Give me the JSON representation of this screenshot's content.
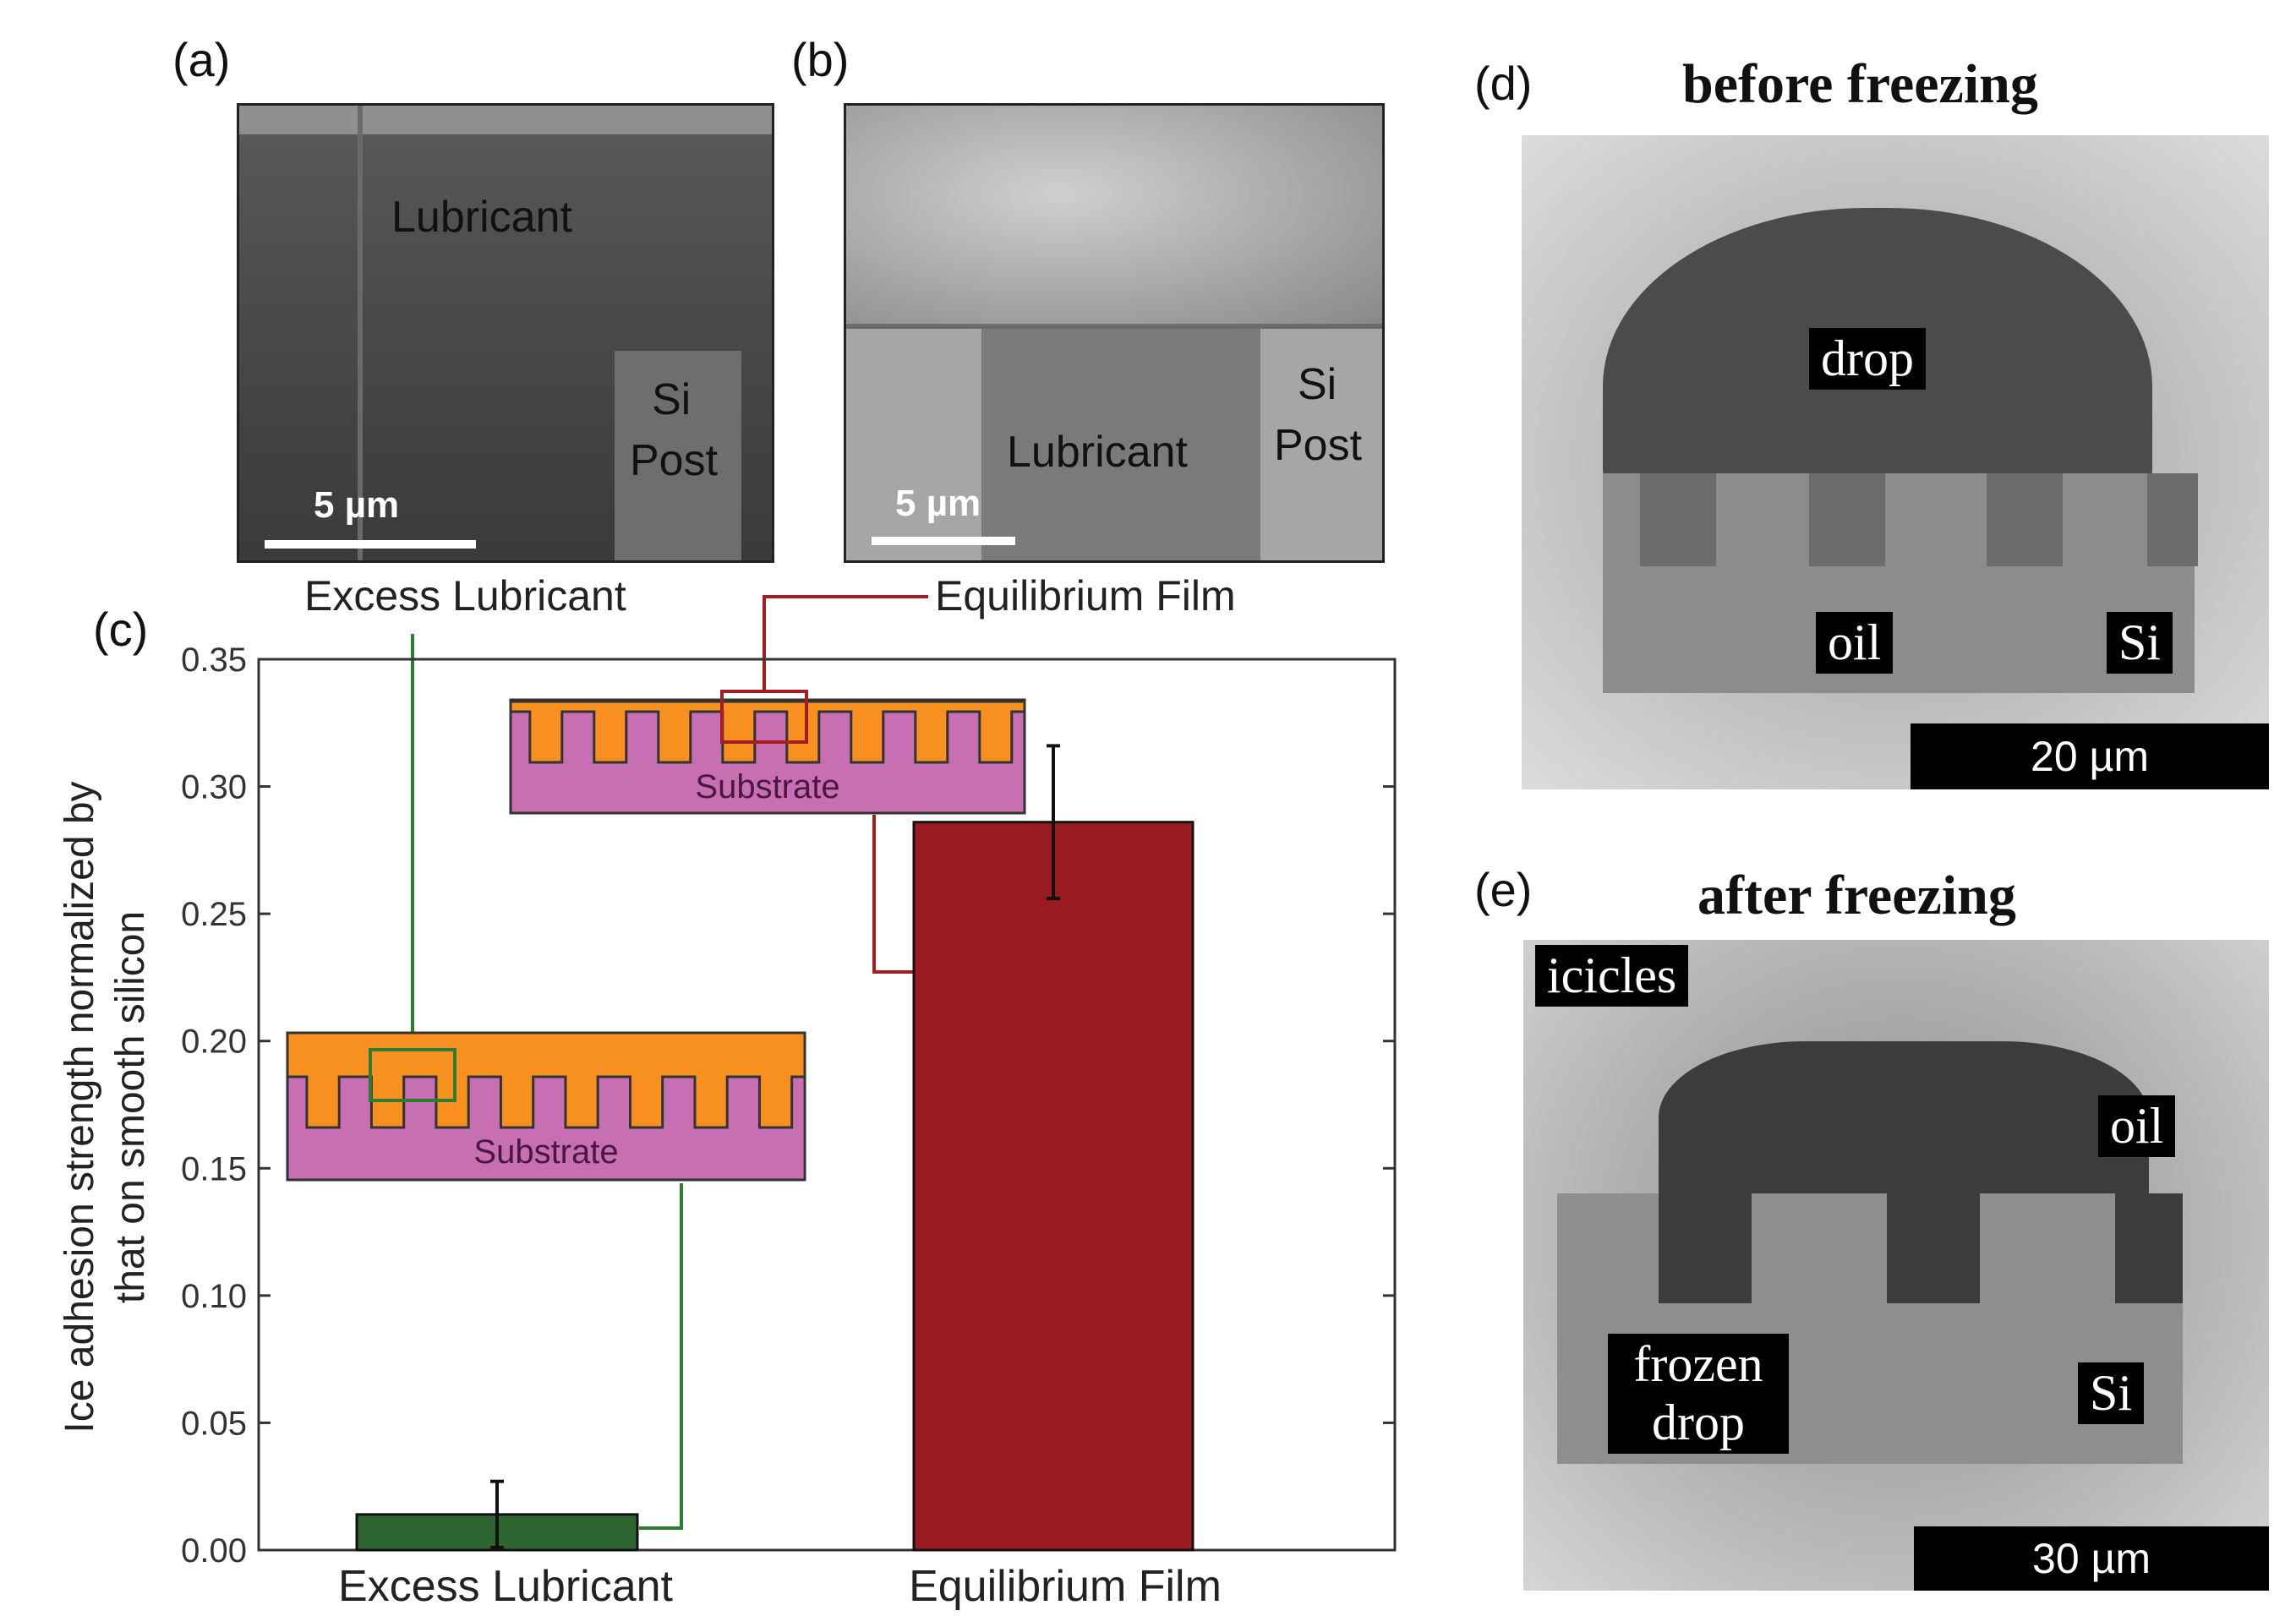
{
  "panels": {
    "a": {
      "label": "(a)",
      "lubricant": "Lubricant",
      "si": "Si",
      "post": "Post",
      "scale": "5 µm"
    },
    "b": {
      "label": "(b)",
      "lubricant": "Lubricant",
      "si": "Si",
      "post": "Post",
      "scale": "5 µm"
    },
    "c": {
      "label": "(c)"
    },
    "d": {
      "label": "(d)",
      "title": "before freezing",
      "drop": "drop",
      "oil": "oil",
      "si": "Si",
      "scale": "20 µm"
    },
    "e": {
      "label": "(e)",
      "title": "after freezing",
      "icicles": "icicles",
      "oil": "oil",
      "frozen": "frozen",
      "drop": "drop",
      "si": "Si",
      "scale": "30 µm"
    }
  },
  "callouts": {
    "excess": "Excess Lubricant",
    "equilibrium": "Equilibrium Film",
    "substrate": "Substrate"
  },
  "colors": {
    "excess_bar": "#2e6530",
    "equilibrium_bar": "#9a1b1f",
    "lubricant": "#f7901e",
    "substrate": "#c86fb4"
  },
  "chart_data": {
    "type": "bar",
    "categories": [
      "Excess Lubricant",
      "Equilibrium Film"
    ],
    "values": [
      0.014,
      0.286
    ],
    "errors": [
      0.013,
      0.03
    ],
    "ylabel_line1": "Ice adhesion strength normalized by",
    "ylabel_line2": "that on smooth silicon",
    "ylim": [
      0,
      0.35
    ],
    "yticks": [
      "0.00",
      "0.05",
      "0.10",
      "0.15",
      "0.20",
      "0.25",
      "0.30",
      "0.35"
    ],
    "grid": false
  }
}
